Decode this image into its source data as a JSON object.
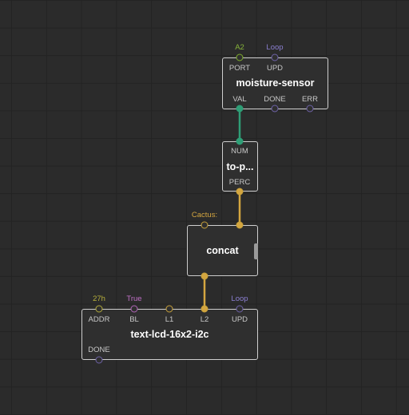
{
  "nodes": {
    "moisture": {
      "title": "moisture-sensor",
      "inputs": [
        {
          "label": "PORT",
          "value": "A2"
        },
        {
          "label": "UPD",
          "value": "Loop"
        }
      ],
      "outputs": [
        {
          "label": "VAL"
        },
        {
          "label": "DONE"
        },
        {
          "label": "ERR"
        }
      ]
    },
    "toPercent": {
      "title": "to-p...",
      "inputs": [
        {
          "label": "NUM"
        }
      ],
      "outputs": [
        {
          "label": "PERC"
        }
      ]
    },
    "concat": {
      "title": "concat",
      "inputs": [
        {
          "value": "Cactus:"
        },
        {}
      ],
      "outputs": [
        {}
      ]
    },
    "lcd": {
      "title": "text-lcd-16x2-i2c",
      "inputs": [
        {
          "label": "ADDR",
          "value": "27h"
        },
        {
          "label": "BL",
          "value": "True"
        },
        {
          "label": "L1"
        },
        {
          "label": "L2"
        },
        {
          "label": "UPD",
          "value": "Loop"
        }
      ],
      "outputs": [
        {
          "label": "DONE"
        }
      ]
    }
  },
  "colors": {
    "background": "#2b2b2b",
    "number_link": "#2f9e76",
    "string_link": "#d4a640",
    "pulse_pin": "#6e62a8",
    "port_pin": "#7fae2c",
    "boolean_pin": "#b064b7",
    "byte_pin": "#b0a83a"
  }
}
